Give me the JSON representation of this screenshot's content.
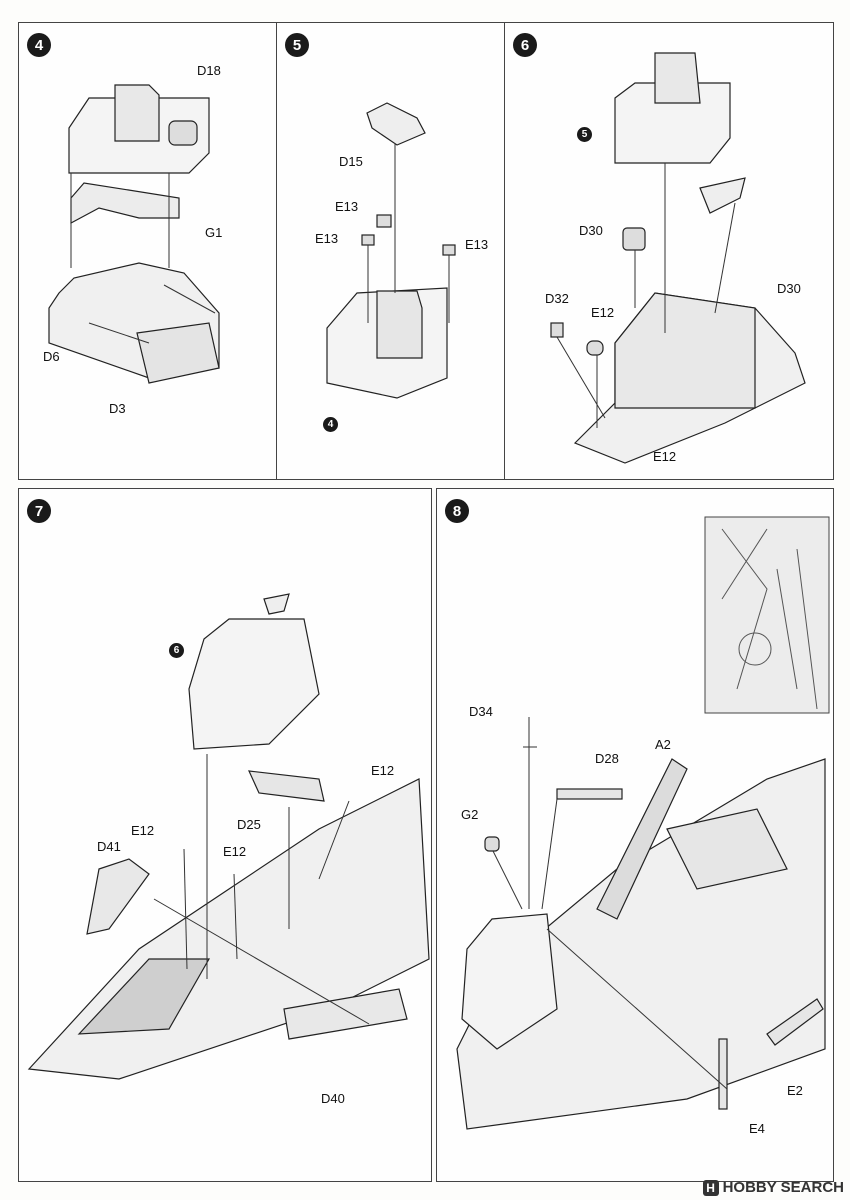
{
  "steps": [
    {
      "number": "4",
      "labels": [
        "D18",
        "G1",
        "D6",
        "D3"
      ]
    },
    {
      "number": "5",
      "labels": [
        "D15",
        "E13",
        "E13",
        "E13"
      ],
      "ref": "4"
    },
    {
      "number": "6",
      "labels": [
        "D30",
        "D32",
        "E12",
        "D30",
        "E12"
      ],
      "ref": "5"
    },
    {
      "number": "7",
      "labels": [
        "E12",
        "D25",
        "E12",
        "D41",
        "E12",
        "D40"
      ],
      "ref": "6"
    },
    {
      "number": "8",
      "labels": [
        "D34",
        "D28",
        "A2",
        "G2",
        "E2",
        "E4"
      ]
    }
  ],
  "watermark": {
    "logo": "H",
    "text": "HOBBY SEARCH"
  }
}
